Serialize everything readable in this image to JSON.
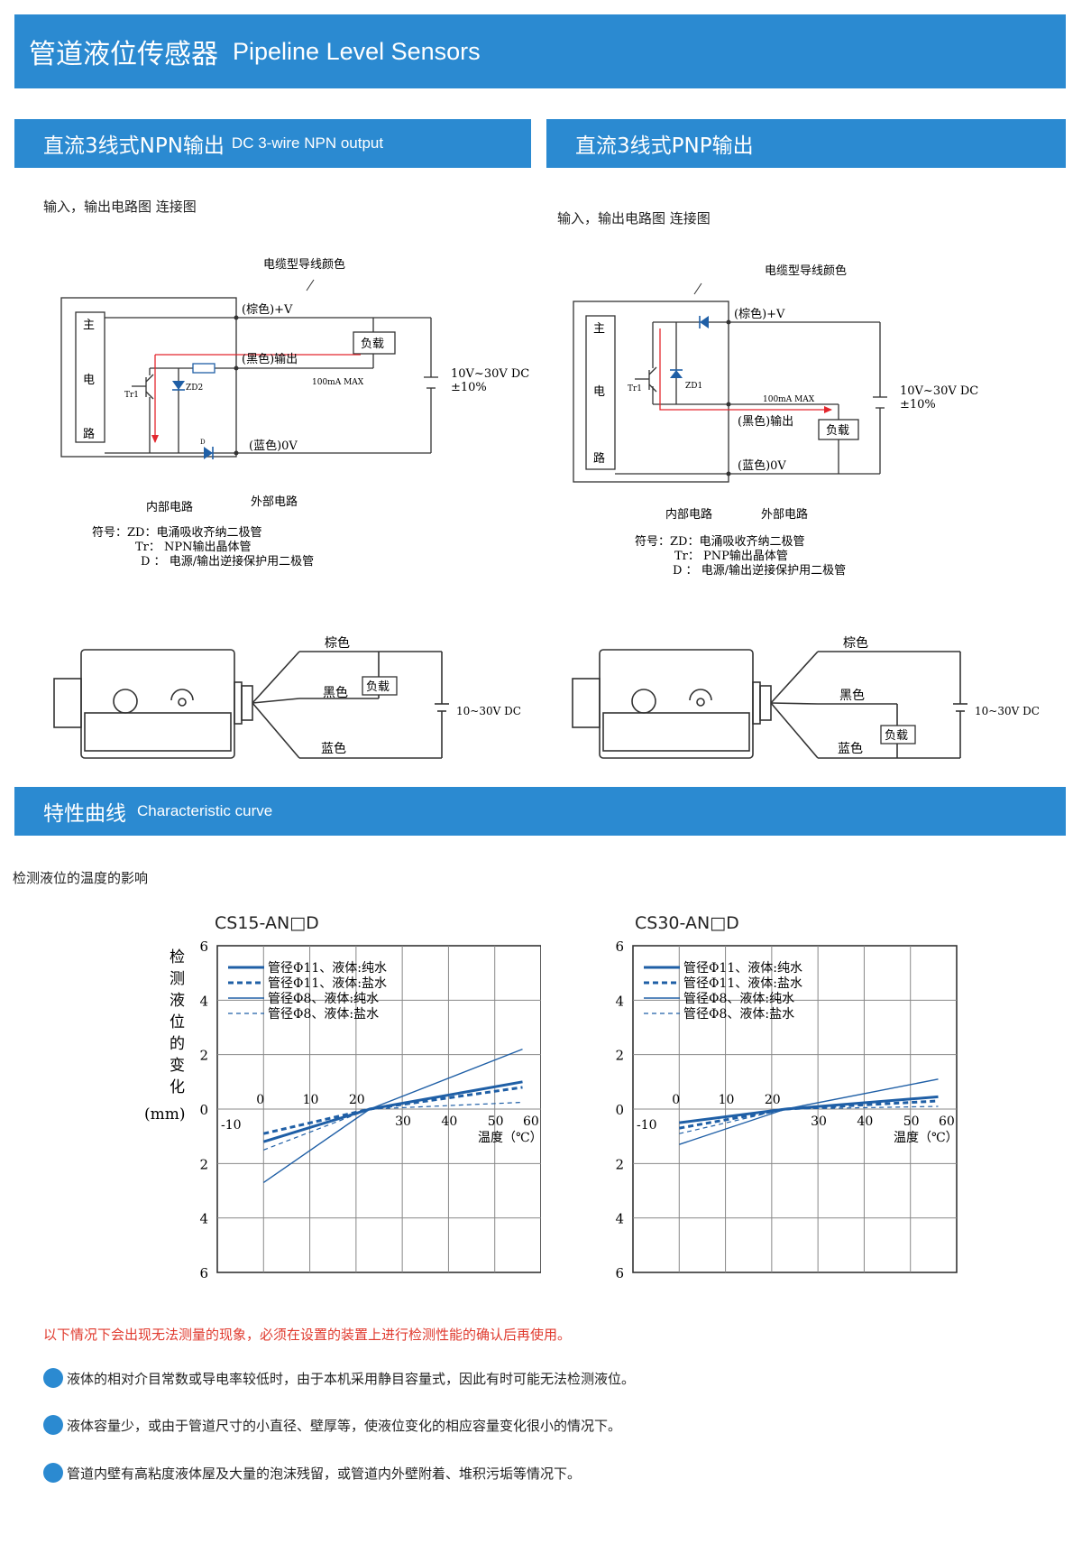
{
  "header": {
    "title_cn": "管道液位传感器",
    "title_en": "Pipeline Level Sensors"
  },
  "npn": {
    "title_cn": "直流3线式NPN输出",
    "title_en": "DC 3-wire NPN output",
    "section_label": "输入，输出电路图 连接图",
    "cable_color": "电缆型导线颜色",
    "brown": "(棕色)+V",
    "black": "(黑色)输出",
    "blue": "(蓝色)0V",
    "load": "负载",
    "supply": "10V~30V DC",
    "tolerance": "±10%",
    "max_current": "100mA MAX",
    "main_circuit": [
      "主",
      "电",
      "路"
    ],
    "tr": "Tr1",
    "zd": "ZD2",
    "d": "D",
    "internal": "内部电路",
    "external": "外部电路",
    "legend": [
      "符号：ZD：电涌吸收齐纳二极管",
      "Tr：  NPN输出晶体管",
      "D ：  电源/输出逆接保护用二极管"
    ],
    "wiring": {
      "brown": "棕色",
      "black": "黑色",
      "blue": "蓝色",
      "load": "负载",
      "supply": "10~30V DC"
    }
  },
  "pnp": {
    "title_cn": "直流3线式PNP输出",
    "section_label": "输入，输出电路图 连接图",
    "cable_color": "电缆型导线颜色",
    "brown": "(棕色)+V",
    "black": "(黑色)输出",
    "blue": "(蓝色)0V",
    "load": "负载",
    "supply": "10V~30V DC",
    "tolerance": "±10%",
    "max_current": "100mA MAX",
    "main_circuit": [
      "主",
      "电",
      "路"
    ],
    "tr": "Tr1",
    "zd": "ZD1",
    "internal": "内部电路",
    "external": "外部电路",
    "legend": [
      "符号：ZD：电涌吸收齐纳二极管",
      "Tr：  PNP输出晶体管",
      "D ：  电源/输出逆接保护用二极管"
    ],
    "wiring": {
      "brown": "棕色",
      "black": "黑色",
      "blue": "蓝色",
      "load": "负载",
      "supply": "10~30V DC"
    }
  },
  "curve": {
    "title_cn": "特性曲线",
    "title_en": "Characteristic curve",
    "section_label": "检测液位的温度的影响",
    "ylabel": "检测液位的变化",
    "yunit": "(mm)",
    "xlabel": "温度（℃）"
  },
  "chart_data": [
    {
      "type": "line",
      "title": "CS15-AN□D",
      "xlabel": "温度（℃）",
      "ylabel": "检测液位的变化 (mm)",
      "xlim": [
        -10,
        60
      ],
      "ylim": [
        -6,
        6
      ],
      "xticks": [
        -10,
        0,
        10,
        20,
        30,
        40,
        50,
        60
      ],
      "yticks": [
        6,
        4,
        2,
        0,
        2,
        4,
        6
      ],
      "series": [
        {
          "name": "管径Φ11、液体:纯水",
          "x": [
            0,
            23,
            56
          ],
          "y": [
            -1.2,
            0,
            1.0
          ],
          "style": "thick-solid"
        },
        {
          "name": "管径Φ11、液体:盐水",
          "x": [
            0,
            23,
            56
          ],
          "y": [
            -0.9,
            0,
            0.8
          ],
          "style": "thick-dash"
        },
        {
          "name": "管径Φ8、液体:纯水",
          "x": [
            0,
            23,
            56
          ],
          "y": [
            -2.7,
            0,
            2.2
          ],
          "style": "thin-solid"
        },
        {
          "name": "管径Φ8、液体:盐水",
          "x": [
            0,
            23,
            56
          ],
          "y": [
            -1.5,
            0,
            0.25
          ],
          "style": "thin-dash"
        }
      ]
    },
    {
      "type": "line",
      "title": "CS30-AN□D",
      "xlabel": "温度（℃）",
      "ylabel": "",
      "xlim": [
        -10,
        60
      ],
      "ylim": [
        -6,
        6
      ],
      "xticks": [
        -10,
        0,
        10,
        20,
        30,
        40,
        50,
        60
      ],
      "yticks": [
        6,
        4,
        2,
        0,
        2,
        4,
        6
      ],
      "series": [
        {
          "name": "管径Φ11、液体:纯水",
          "x": [
            0,
            23,
            56
          ],
          "y": [
            -0.5,
            0,
            0.45
          ],
          "style": "thick-solid"
        },
        {
          "name": "管径Φ11、液体:盐水",
          "x": [
            0,
            23,
            56
          ],
          "y": [
            -0.7,
            0,
            0.3
          ],
          "style": "thick-dash"
        },
        {
          "name": "管径Φ8、液体:纯水",
          "x": [
            0,
            23,
            56
          ],
          "y": [
            -1.3,
            0,
            1.1
          ],
          "style": "thin-solid"
        },
        {
          "name": "管径Φ8、液体:盐水",
          "x": [
            0,
            23,
            56
          ],
          "y": [
            -0.9,
            0,
            0.1
          ],
          "style": "thin-dash"
        }
      ]
    }
  ],
  "notes": {
    "warning": "以下情况下会出现无法测量的现象，必须在设置的装置上进行检测性能的确认后再使用。",
    "items": [
      "液体的相对介目常数或导电率较低时，由于本机采用静目容量式，因此有时可能无法检测液位。",
      "液体容量少，或由于管道尺寸的小直径、壁厚等，使液位变化的相应容量变化很小的情况下。",
      "管道内壁有高粘度液体屋及大量的泡沫残留，或管道内外壁附着、堆积污垢等情况下。"
    ]
  },
  "colors": {
    "accent": "#2b8ad1",
    "warning": "#e03a2e",
    "series": "#1f5fa6",
    "current": "#e3262d"
  }
}
